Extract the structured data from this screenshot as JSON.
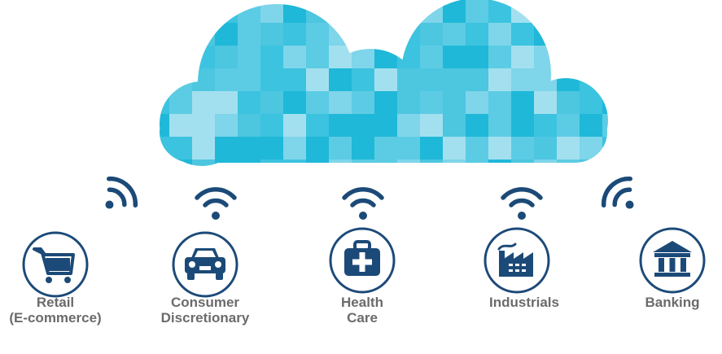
{
  "colors": {
    "navy": "#1c4a78",
    "cloud_palette": [
      "#1fb8d8",
      "#3cc3df",
      "#5ccce4",
      "#7fd5ea",
      "#a3e0ef",
      "#4dc6e0"
    ],
    "label_gray": "#6b6b6b"
  },
  "sectors": [
    {
      "label": "Retail\n(E-commerce)",
      "icon": "shopping-cart-icon",
      "signal": "wifi-signal-icon-tilted-right"
    },
    {
      "label": "Consumer\nDiscretionary",
      "icon": "car-icon",
      "signal": "wifi-signal-icon"
    },
    {
      "label": "Health\nCare",
      "icon": "medical-kit-icon",
      "signal": "wifi-signal-icon"
    },
    {
      "label": "Industrials",
      "icon": "factory-icon",
      "signal": "wifi-signal-icon"
    },
    {
      "label": "Banking",
      "icon": "bank-icon",
      "signal": "wifi-signal-icon-tilted-left"
    }
  ]
}
